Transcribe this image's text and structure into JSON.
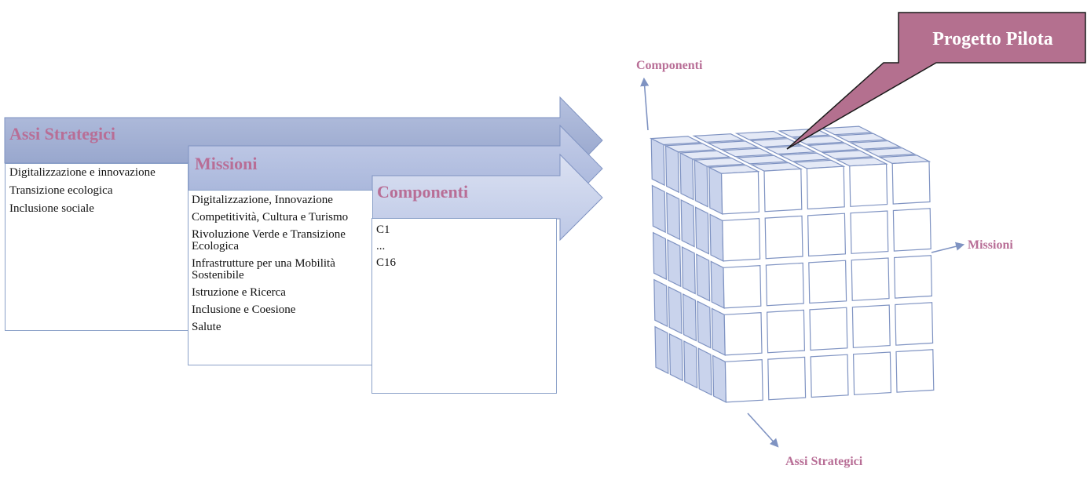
{
  "arrows": {
    "assi_title": "Assi Strategici",
    "missioni_title": "Missioni",
    "componenti_title": "Componenti"
  },
  "lists": {
    "assi": [
      "Digitalizzazione e innovazione",
      "Transizione ecologica",
      "Inclusione sociale"
    ],
    "missioni": [
      "Digitalizzazione, Innovazione",
      "Competitività, Cultura e Turismo",
      "Rivoluzione Verde e Transizione Ecologica",
      "Infrastrutture per una Mobilità Sostenibile",
      "Istruzione e Ricerca",
      "Inclusione e Coesione",
      "Salute"
    ],
    "componenti": [
      "C1",
      "...",
      "C16"
    ]
  },
  "cube": {
    "callout": "Progetto Pilota",
    "axis_up": "Componenti",
    "axis_right": "Missioni",
    "axis_down": "Assi Strategici",
    "grid": 5
  },
  "colors": {
    "accent_text": "#b86e96",
    "callout_fill": "#b4708f",
    "arrow_dark": "#96a6cc",
    "arrow_mid": "#adbbdc",
    "arrow_light": "#c6d0ea",
    "cube_face": "#dde4f3",
    "cube_edge": "#7f93c2"
  }
}
